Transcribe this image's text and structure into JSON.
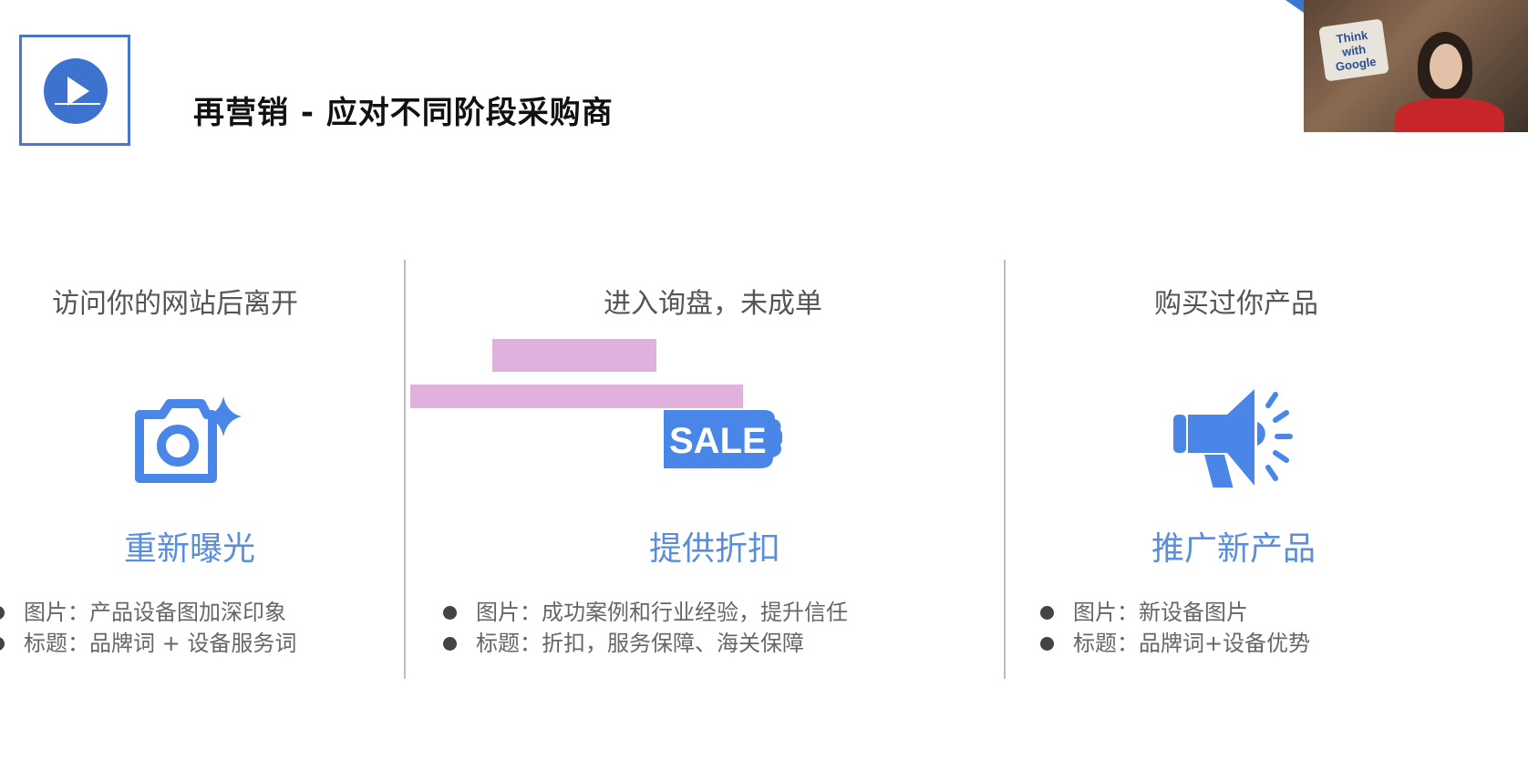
{
  "slide": {
    "title": "再营销 - 应对不同阶段采购商",
    "logo_icon": "play-logo-icon"
  },
  "columns": [
    {
      "heading": "访问你的网站后离开",
      "icon": "camera-sparkle-icon",
      "label": "重新曝光",
      "bullets": [
        "图片：产品设备图加深印象",
        "标题：品牌词 + 设备服务词"
      ]
    },
    {
      "heading": "进入询盘，未成单",
      "icon": "sale-tag-icon",
      "icon_text": "SALE",
      "label": "提供折扣",
      "bullets": [
        "图片：成功案例和行业经验，提升信任",
        "标题：折扣，服务保障、海关保障"
      ]
    },
    {
      "heading": "购买过你产品",
      "icon": "megaphone-icon",
      "label": "推广新产品",
      "bullets": [
        "图片：新设备图片",
        "标题：品牌词+设备优势"
      ]
    }
  ],
  "webcam": {
    "sign_text": "Think with Google"
  },
  "colors": {
    "accent": "#4a86e8",
    "label": "#5a8ddb",
    "watermark": "#d9a3d6"
  }
}
